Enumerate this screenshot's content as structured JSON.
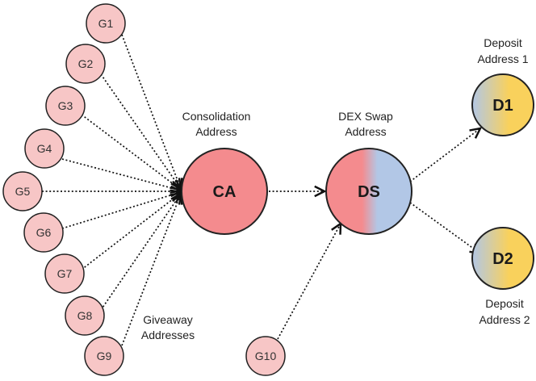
{
  "labels": {
    "consolidation_line1": "Consolidation",
    "consolidation_line2": "Address",
    "dex_line1": "DEX Swap",
    "dex_line2": "Address",
    "deposit1_line1": "Deposit",
    "deposit1_line2": "Address 1",
    "deposit2_line1": "Deposit",
    "deposit2_line2": "Address 2",
    "giveaway_line1": "Giveaway",
    "giveaway_line2": "Addresses"
  },
  "nodes": {
    "g1": "G1",
    "g2": "G2",
    "g3": "G3",
    "g4": "G4",
    "g5": "G5",
    "g6": "G6",
    "g7": "G7",
    "g8": "G8",
    "g9": "G9",
    "g10": "G10",
    "ca": "CA",
    "ds": "DS",
    "d1": "D1",
    "d2": "D2"
  },
  "colors": {
    "giveaway_fill": "#f7c6c6",
    "giveaway_stroke": "#222222",
    "consolidation_fill": "#f48b8e",
    "swap_fill_left": "#f48b8e",
    "swap_fill_right": "#b2c7e6",
    "deposit_fill_blue": "#b2c7e6",
    "deposit_fill_yellow": "#f9d15c",
    "edge": "#111111"
  }
}
